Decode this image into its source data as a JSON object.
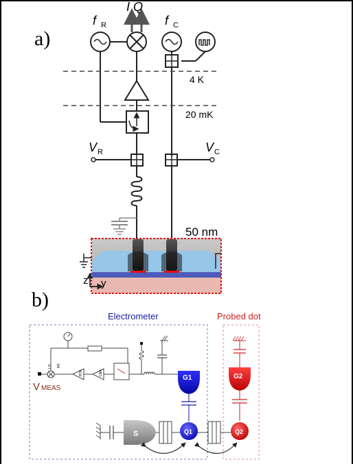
{
  "panel_a": {
    "label": "a)",
    "f_r": "f",
    "f_r_sub": "R",
    "f_c": "f",
    "f_c_sub": "C",
    "iq": "I Q",
    "temp_4k": "4 K",
    "temp_20mk": "20 mK",
    "v_r": "V",
    "v_r_sub": "R",
    "v_c": "V",
    "v_c_sub": "C",
    "scale_bar": "50 nm",
    "axis_z": "z",
    "axis_y": "y"
  },
  "panel_b": {
    "label": "b)",
    "electrometer_title": "Electrometer",
    "probed_dot_title": "Probed dot",
    "g1": "G1",
    "g2": "G2",
    "q1": "Q1",
    "q2": "Q2",
    "s": "S",
    "v_meas": "V",
    "v_meas_sub": "MEAS",
    "lo": "LO",
    "rf": "RF",
    "rta": "RTA",
    "lna": "LNA"
  },
  "colors": {
    "electrometer_blue": "#1a1aa8",
    "probed_red": "#d42020",
    "dark_red_text": "#8a2a10",
    "sem_blue": "#8fc3e6"
  }
}
